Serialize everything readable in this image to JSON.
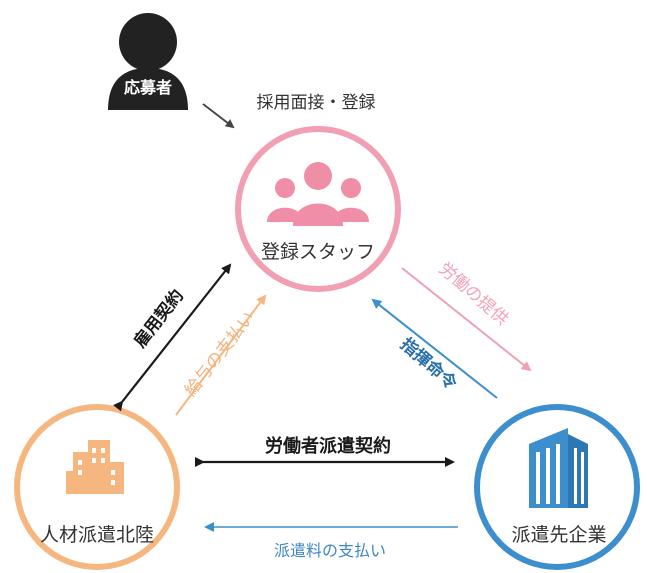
{
  "colors": {
    "pink": "#f0a0b2",
    "orange": "#f5b77f",
    "blue": "#3c8fcc",
    "black": "#1a1a1a",
    "dark": "#2b2b2b",
    "pink_text": "#f2a2b6",
    "orange_text": "#f5b380",
    "blue_text": "#3d87c6"
  },
  "nodes": {
    "applicant": {
      "label": "応募者",
      "icon": "person-icon"
    },
    "staff": {
      "label": "登録スタッフ",
      "icon": "group-icon"
    },
    "agency": {
      "label": "人材派遣北陸",
      "icon": "building-icon"
    },
    "client": {
      "label": "派遣先企業",
      "icon": "office-tower-icon"
    }
  },
  "relations": {
    "interview": "採用面接・登録",
    "employment": "雇用契約",
    "salary": "給与の支払い",
    "labor": "労働の提供",
    "command": "指揮命令",
    "dispatch_contract": "労働者派遣契約",
    "fee": "派遣料の支払い"
  }
}
